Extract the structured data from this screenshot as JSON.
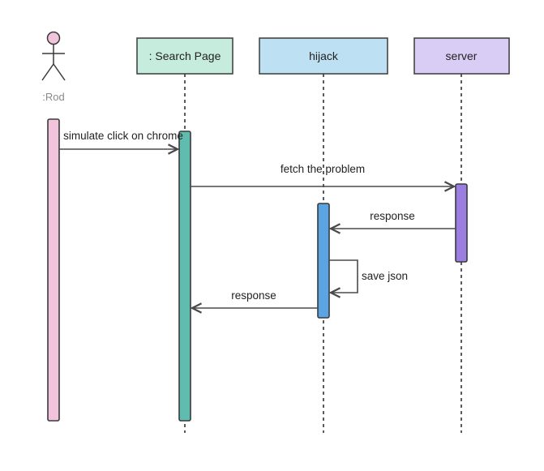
{
  "actor": {
    "label": ":Rod",
    "color": "#f2c4dc"
  },
  "participants": [
    {
      "id": "search-page",
      "label": ": Search Page",
      "color": "#c6ecde",
      "activation_color": "#5fbcae"
    },
    {
      "id": "hijack",
      "label": "hijack",
      "color": "#bde0f2",
      "activation_color": "#5aa4e4"
    },
    {
      "id": "server",
      "label": "server",
      "color": "#d9ccf5",
      "activation_color": "#9b7ee0"
    }
  ],
  "messages": [
    {
      "id": "msg-simulate-click",
      "label": "simulate click on chrome",
      "from": ":Rod",
      "to": ": Search Page"
    },
    {
      "id": "msg-fetch-problem",
      "label": "fetch the problem",
      "from": ": Search Page",
      "to": "server"
    },
    {
      "id": "msg-response-server",
      "label": "response",
      "from": "server",
      "to": "hijack"
    },
    {
      "id": "msg-save-json",
      "label": "save json",
      "from": "hijack",
      "to": "hijack"
    },
    {
      "id": "msg-response-hijack",
      "label": "response",
      "from": "hijack",
      "to": ": Search Page"
    }
  ]
}
